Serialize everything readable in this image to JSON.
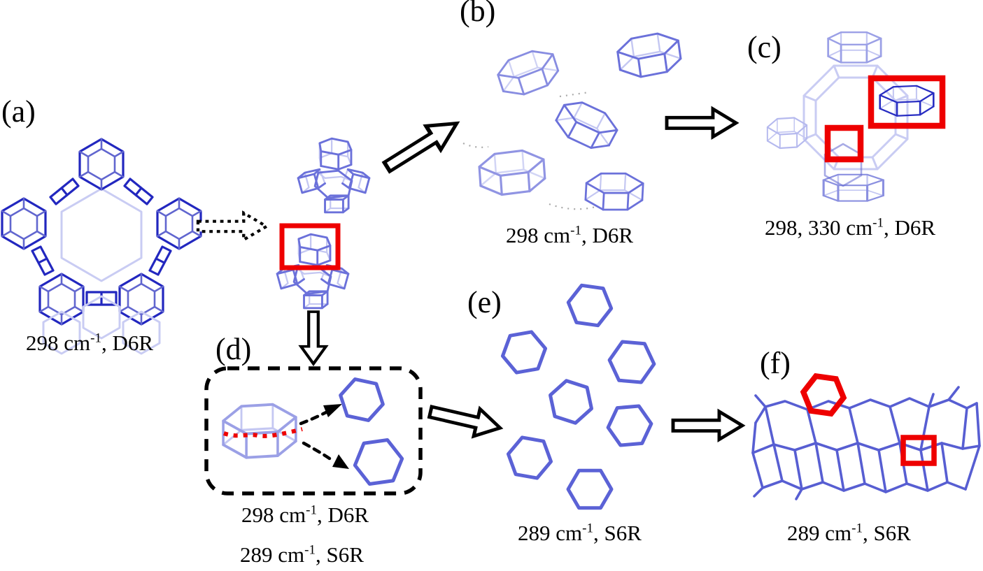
{
  "figure": {
    "colors": {
      "wire_dark": "#2227bf",
      "wire_mid": "#6b71da",
      "wire_light": "#c4c7f2",
      "ring_blue": "#5b62d6",
      "network_blue": "#575ed2",
      "highlight_red": "#ee0000",
      "arrow_black": "#000000",
      "background": "#ffffff"
    },
    "panels": {
      "a": {
        "label": "(a)",
        "caption": {
          "pre": "298 cm",
          "sup": "-1",
          "post": ", D6R"
        }
      },
      "b": {
        "label": "(b)",
        "caption": {
          "pre": "298 cm",
          "sup": "-1",
          "post": ", D6R"
        }
      },
      "c": {
        "label": "(c)",
        "caption": {
          "pre": "298, 330 cm",
          "sup": "-1",
          "post": ", D6R"
        }
      },
      "d": {
        "label": "(d)",
        "captions": [
          {
            "pre": "298 cm",
            "sup": "-1",
            "post": ", D6R"
          },
          {
            "pre": "289 cm",
            "sup": "-1",
            "post": ", S6R"
          }
        ]
      },
      "e": {
        "label": "(e)",
        "caption": {
          "pre": "289 cm",
          "sup": "-1",
          "post": ", S6R"
        }
      },
      "f": {
        "label": "(f)",
        "caption": {
          "pre": "289 cm",
          "sup": "-1",
          "post": ", S6R"
        }
      }
    }
  }
}
